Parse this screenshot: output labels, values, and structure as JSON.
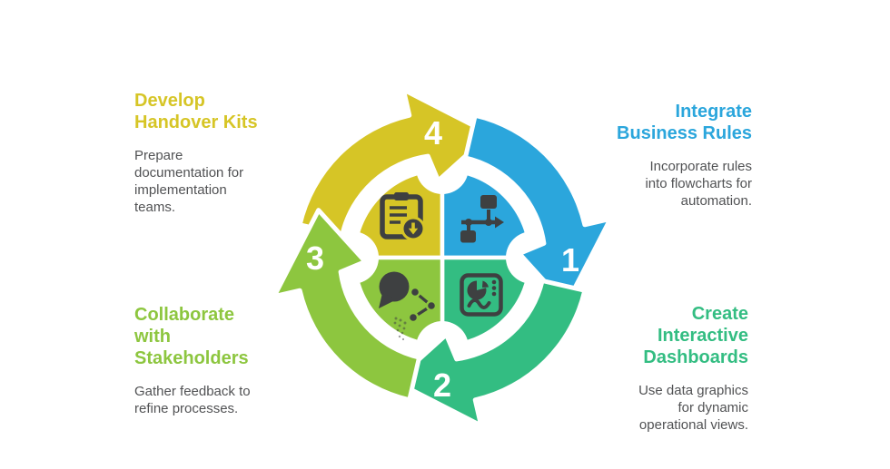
{
  "page": {
    "background": "#ffffff"
  },
  "diagram": {
    "type": "four-step-cycle",
    "number_color": "#ffffff",
    "icon_color": "#3e4041",
    "description_color": "#515254",
    "steps": [
      {
        "number": "1",
        "title": "Integrate\nBusiness Rules",
        "description": "Incorporate rules\ninto flowcharts for\nautomation.",
        "color": "#2ba6dc",
        "icon": "flowchart-icon",
        "arrow_position": "right",
        "arrow_direction": "down",
        "text_position": "top-right"
      },
      {
        "number": "2",
        "title": "Create\nInteractive\nDashboards",
        "description": "Use data graphics\nfor dynamic\noperational views.",
        "color": "#33bd82",
        "icon": "dashboard-icon",
        "arrow_position": "bottom",
        "arrow_direction": "left",
        "text_position": "bottom-right"
      },
      {
        "number": "3",
        "title": "Collaborate\nwith\nStakeholders",
        "description": "Gather feedback to\nrefine processes.",
        "color": "#8dc63f",
        "icon": "chat-share-icon",
        "arrow_position": "left",
        "arrow_direction": "up",
        "text_position": "bottom-left"
      },
      {
        "number": "4",
        "title": "Develop\nHandover Kits",
        "description": "Prepare\ndocumentation for\nimplementation\nteams.",
        "color": "#d6c526",
        "icon": "clipboard-download-icon",
        "arrow_position": "top",
        "arrow_direction": "right",
        "text_position": "top-left"
      }
    ]
  }
}
